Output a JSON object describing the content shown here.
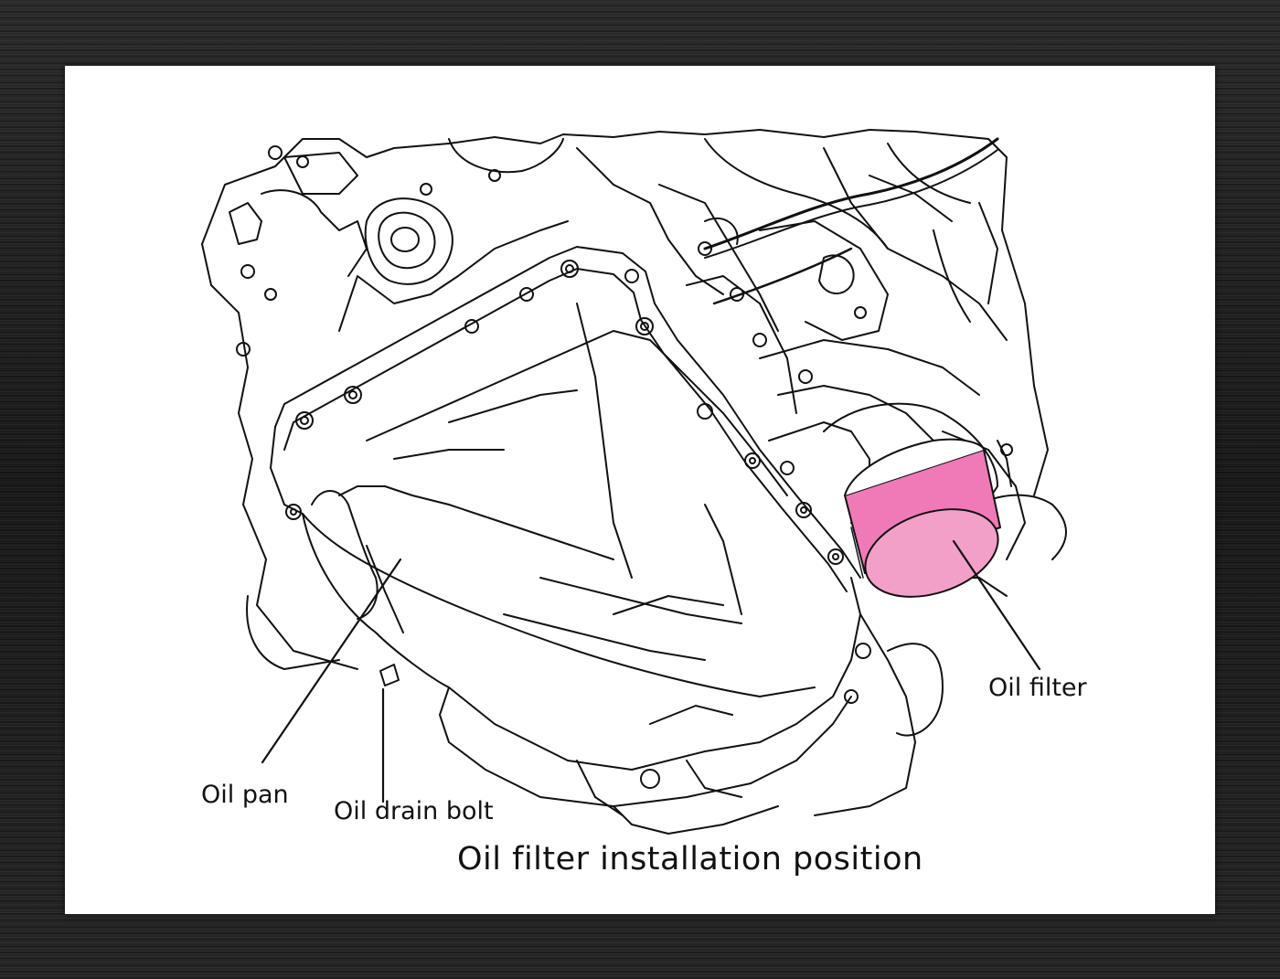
{
  "labels": {
    "oil_pan": "Oil pan",
    "oil_drain_bolt": "Oil drain bolt",
    "oil_filter": "Oil filter"
  },
  "caption": "Oil filter installation position",
  "colors": {
    "frame": "#1f1f1f",
    "panel": "#ffffff",
    "line": "#111111",
    "filter_body": "#f07ab8",
    "filter_face": "#f3a0c8"
  }
}
